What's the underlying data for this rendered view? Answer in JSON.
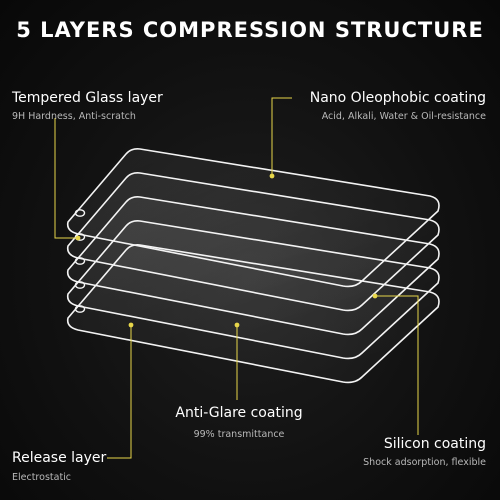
{
  "title": "5 LAYERS COMPRESSION STRUCTURE",
  "accent_color": "#e7d64a",
  "layers": [
    {
      "name": "Tempered Glass layer",
      "detail": "9H Hardness, Anti-scratch"
    },
    {
      "name": "Nano Oleophobic coating",
      "detail": "Acid, Alkali, Water & Oil-resistance"
    },
    {
      "name": "Anti-Glare coating",
      "detail": "99% transmittance"
    },
    {
      "name": "Release layer",
      "detail": "Electrostatic"
    },
    {
      "name": "Silicon coating",
      "detail": "Shock adsorption, flexible"
    }
  ]
}
